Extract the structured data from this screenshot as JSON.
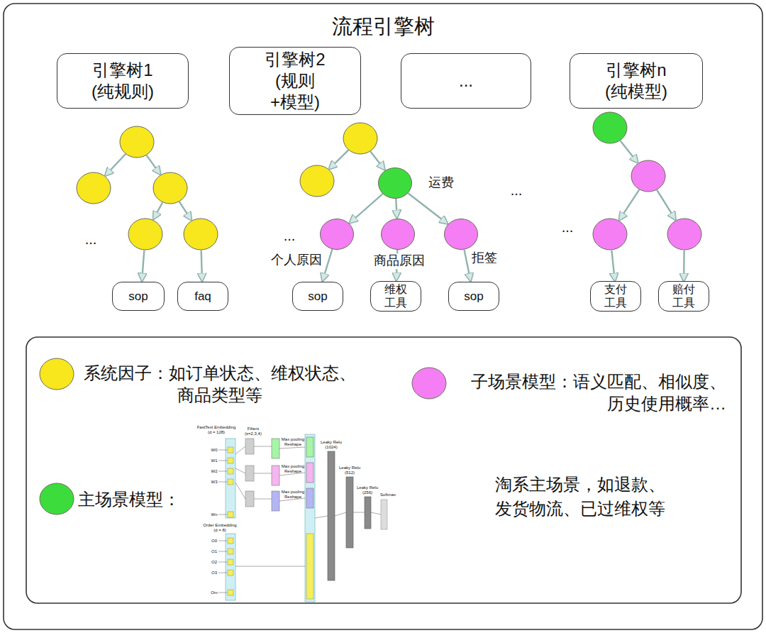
{
  "diagram": {
    "title": "流程引擎树",
    "nodes": [
      {
        "text": [
          "引擎树1 (纯规则)"
        ]
      },
      {
        "text": [
          "引擎树2 (规则+模型)"
        ]
      },
      {
        "text": [
          "..."
        ]
      },
      {
        "text": [
          "引擎树n (纯模型)"
        ]
      },
      {
        "text": [
          "sop"
        ]
      },
      {
        "text": [
          "faq"
        ]
      },
      {
        "text": [
          "运费"
        ]
      },
      {
        "text": [
          "个人原因"
        ]
      },
      {
        "text": [
          "商品原因"
        ]
      },
      {
        "text": [
          "拒签"
        ]
      },
      {
        "text": [
          "sop"
        ]
      },
      {
        "text": [
          "维权工具"
        ]
      },
      {
        "text": [
          "sop"
        ]
      },
      {
        "text": [
          "支付工具"
        ]
      },
      {
        "text": [
          "赔付工具"
        ]
      }
    ],
    "edges": [
      {
        "from": 6,
        "to": 7,
        "arrow": "to"
      },
      {
        "from": 6,
        "to": 8,
        "arrow": "to"
      },
      {
        "from": 6,
        "to": 9,
        "arrow": "to"
      },
      {
        "from": 7,
        "to": 10,
        "arrow": "to"
      },
      {
        "from": 8,
        "to": 11,
        "arrow": "to"
      },
      {
        "from": 9,
        "to": 12,
        "arrow": "to"
      }
    ],
    "labels": [
      "...",
      "...",
      "...",
      "...",
      "淘系主场景，如退款、发货物流、已过维权等",
      "FastText Embedding (d = 128)",
      "Filters (s=2,3,4)",
      "Max pooling Reshape",
      "Max pooling Reshape",
      "Max pooling Reshape",
      "Leaky Relu (1024)",
      "Leaky Relu (512)",
      "Leaky Relu (256)",
      "Softmax",
      "W0",
      "W1",
      "W2",
      "W3",
      "Wn",
      "Order Embedding (d = 8)",
      "O0",
      "O1",
      "O2",
      "O3",
      "Om"
    ],
    "legend": [
      {
        "text": "系统因子：如订单状态、维权状态、商品类型等",
        "color": "#f7e71c"
      },
      {
        "text": "子场景模型：语义匹配、相似度、历史使用概率…",
        "color": "#f57ef5"
      },
      {
        "text": "主场景模型：",
        "color": "#3ddc3d"
      }
    ]
  }
}
